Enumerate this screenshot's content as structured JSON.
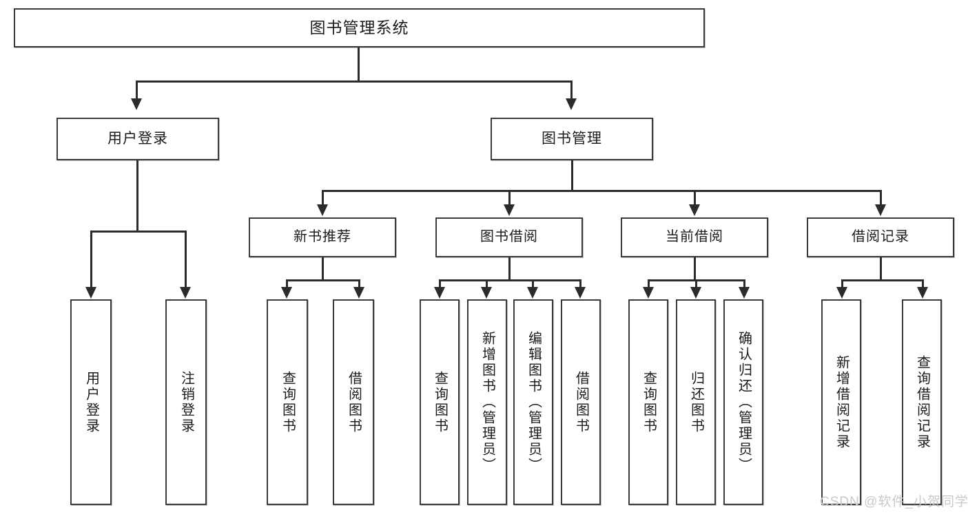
{
  "diagram": {
    "title": "图书管理系统",
    "type": "hierarchy-tree",
    "root": {
      "label": "图书管理系统"
    },
    "level2": [
      {
        "label": "用户登录"
      },
      {
        "label": "图书管理"
      }
    ],
    "level3": [
      {
        "label": "新书推荐"
      },
      {
        "label": "图书借阅"
      },
      {
        "label": "当前借阅"
      },
      {
        "label": "借阅记录"
      }
    ],
    "leaves": {
      "user_login": [
        {
          "label": "用户登录"
        },
        {
          "label": "注销登录"
        }
      ],
      "new_book_recommend": [
        {
          "label": "查询图书"
        },
        {
          "label": "借阅图书"
        }
      ],
      "book_borrow": [
        {
          "label": "查询图书"
        },
        {
          "label": "新增图书（管理员）"
        },
        {
          "label": "编辑图书（管理员）"
        },
        {
          "label": "借阅图书"
        }
      ],
      "current_borrow": [
        {
          "label": "查询图书"
        },
        {
          "label": "归还图书"
        },
        {
          "label": "确认归还（管理员）"
        }
      ],
      "borrow_records": [
        {
          "label": "新增借阅记录"
        },
        {
          "label": "查询借阅记录"
        }
      ]
    },
    "watermark": "CSDN @软件_小贺同学",
    "colors": {
      "box_border": "#3a3a3a",
      "connector": "#2b2b2b",
      "background": "#ffffff",
      "text": "#1b1b1b",
      "watermark": "#c9c9c9"
    }
  }
}
